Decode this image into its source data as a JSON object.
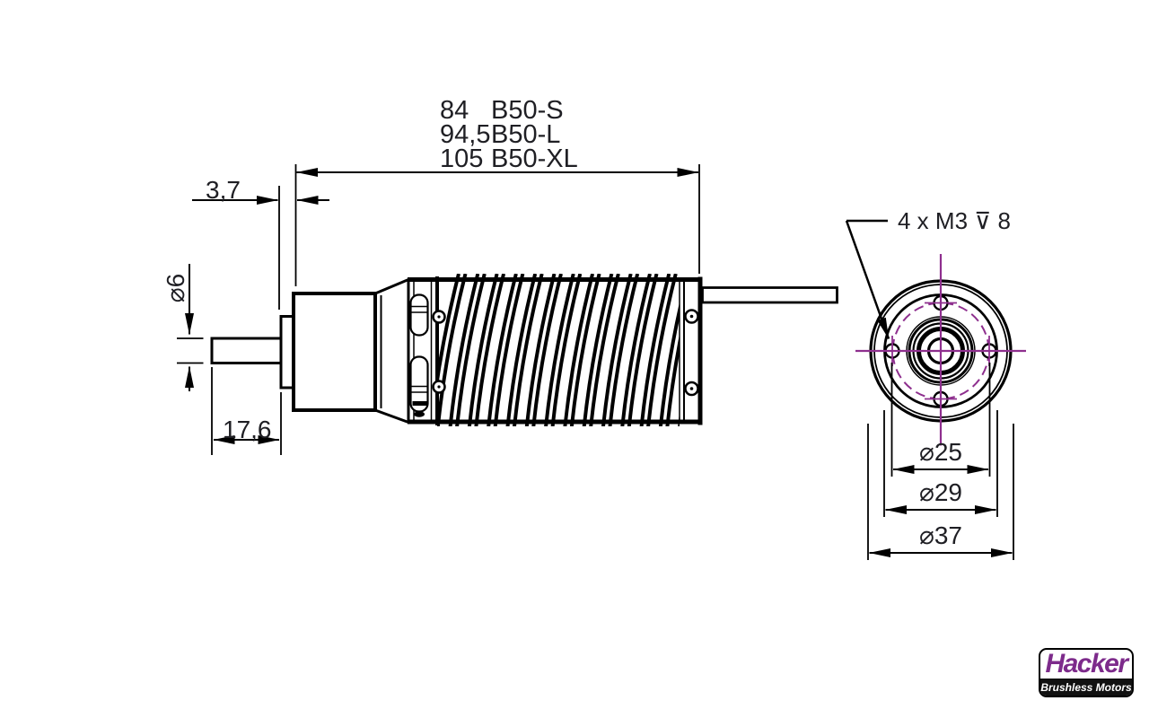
{
  "side_view": {
    "length_dims": [
      {
        "value": "84",
        "model": "B50-S"
      },
      {
        "value": "94,5",
        "model": "B50-L"
      },
      {
        "value": "105",
        "model": "B50-XL"
      }
    ],
    "flange_offset": "3,7",
    "shaft_diameter": "⌀6",
    "shaft_length": "17,6"
  },
  "end_view": {
    "mount_holes_note": "4 x M3 ⊽ 8",
    "bolt_circle_diameter": "⌀25",
    "housing_diameter": "⌀29",
    "outer_diameter": "⌀37"
  },
  "logo": {
    "brand": "Hacker",
    "tagline": "Brushless Motors"
  },
  "colors": {
    "ink": "#000000",
    "text": "#1F1F24",
    "centerline": "#8E2F8E",
    "logo_purple": "#7D2B8B",
    "logo_band": "#111111"
  }
}
